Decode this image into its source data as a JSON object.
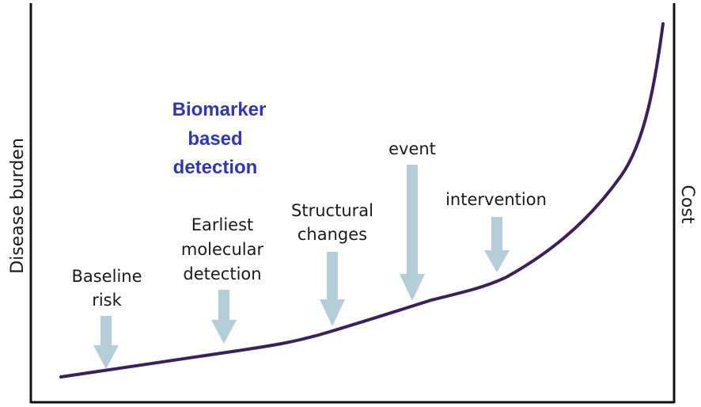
{
  "diagram": {
    "y_axis_left_label": "Disease burden",
    "y_axis_right_label": "Cost",
    "highlight_text": [
      "Biomarker",
      "based",
      "detection"
    ],
    "stages": [
      {
        "lines": [
          "Baseline",
          "risk"
        ]
      },
      {
        "lines": [
          "Earliest",
          "molecular",
          "detection"
        ]
      },
      {
        "lines": [
          "Structural",
          "changes"
        ]
      },
      {
        "lines": [
          "event"
        ]
      },
      {
        "lines": [
          "intervention"
        ]
      }
    ],
    "colors": {
      "curve": "#3b1f5e",
      "arrows": "#b3cdd9",
      "highlight": "#2f36b8",
      "axes": "#111111"
    }
  }
}
